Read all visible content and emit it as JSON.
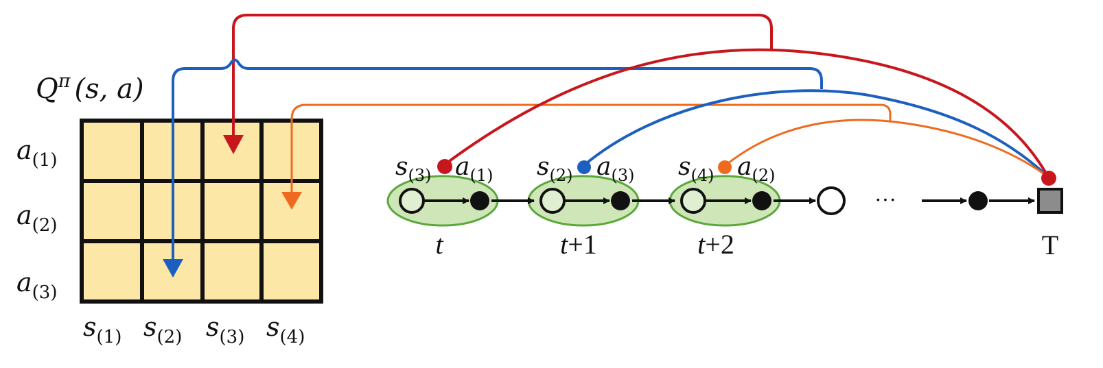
{
  "title": {
    "Q": "Q",
    "pi": "π",
    "args": "(s, a)"
  },
  "table": {
    "fill": "#fde7a7",
    "rows": [
      {
        "sym": "a",
        "sub": "(1)"
      },
      {
        "sym": "a",
        "sub": "(2)"
      },
      {
        "sym": "a",
        "sub": "(3)"
      }
    ],
    "cols": [
      {
        "sym": "s",
        "sub": "(1)"
      },
      {
        "sym": "s",
        "sub": "(2)"
      },
      {
        "sym": "s",
        "sub": "(3)"
      },
      {
        "sym": "s",
        "sub": "(4)"
      }
    ]
  },
  "steps": [
    {
      "time": {
        "t": "t",
        "rest": ""
      },
      "s": {
        "sym": "s",
        "sub": "(3)"
      },
      "a": {
        "sym": "a",
        "sub": "(1)"
      },
      "color": "#c8161d"
    },
    {
      "time": {
        "t": "t",
        "rest": "+1"
      },
      "s": {
        "sym": "s",
        "sub": "(2)"
      },
      "a": {
        "sym": "a",
        "sub": "(3)"
      },
      "color": "#1d5fbf"
    },
    {
      "time": {
        "t": "t",
        "rest": "+2"
      },
      "s": {
        "sym": "s",
        "sub": "(4)"
      },
      "a": {
        "sym": "a",
        "sub": "(2)"
      },
      "color": "#ef6a1f"
    }
  ],
  "ellipsis": "···",
  "terminal": "T",
  "colors": {
    "red": "#c8161d",
    "blue": "#1d5fbf",
    "orange": "#ef6a1f",
    "ellipse_fill": "#cfe6b8",
    "ellipse_stroke": "#5aa83a",
    "terminal_fill": "#8c8c8c"
  }
}
